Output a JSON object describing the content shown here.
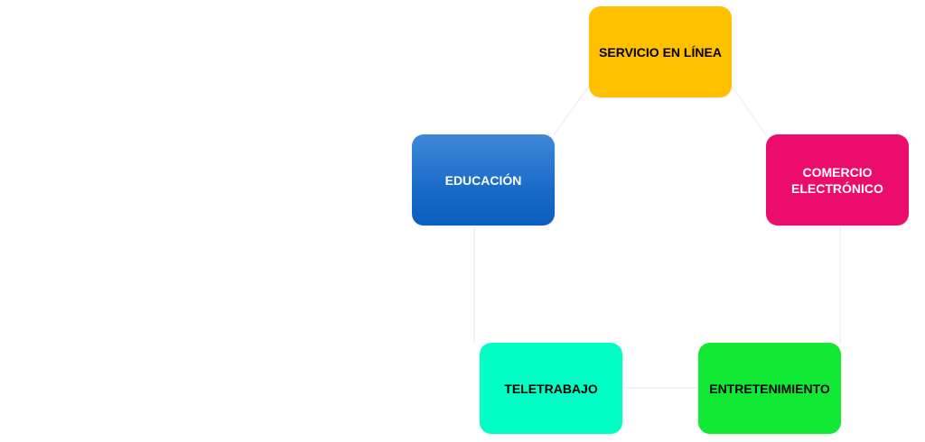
{
  "diagram": {
    "nodes": [
      {
        "id": "servicio",
        "label": "SERVICIO EN LÍNEA",
        "fill": "#FFC000",
        "text_color": "#000000"
      },
      {
        "id": "educacion",
        "label": "EDUCACIÓN",
        "fill": "#1A6BC8",
        "fill_light": "#3E88D8",
        "text_color": "#FFFFFF"
      },
      {
        "id": "comercio",
        "label": "COMERCIO\nELECTRÓNICO",
        "fill": "#EC0C6C",
        "text_color": "#FFFFFF"
      },
      {
        "id": "teletrabajo",
        "label": "TELETRABAJO",
        "fill": "#00FFC5",
        "text_color": "#000000"
      },
      {
        "id": "entretenimiento",
        "label": "ENTRETENIMIENTO",
        "fill": "#11E833",
        "text_color": "#000000"
      }
    ],
    "connector_color": "#F4F4F4"
  }
}
